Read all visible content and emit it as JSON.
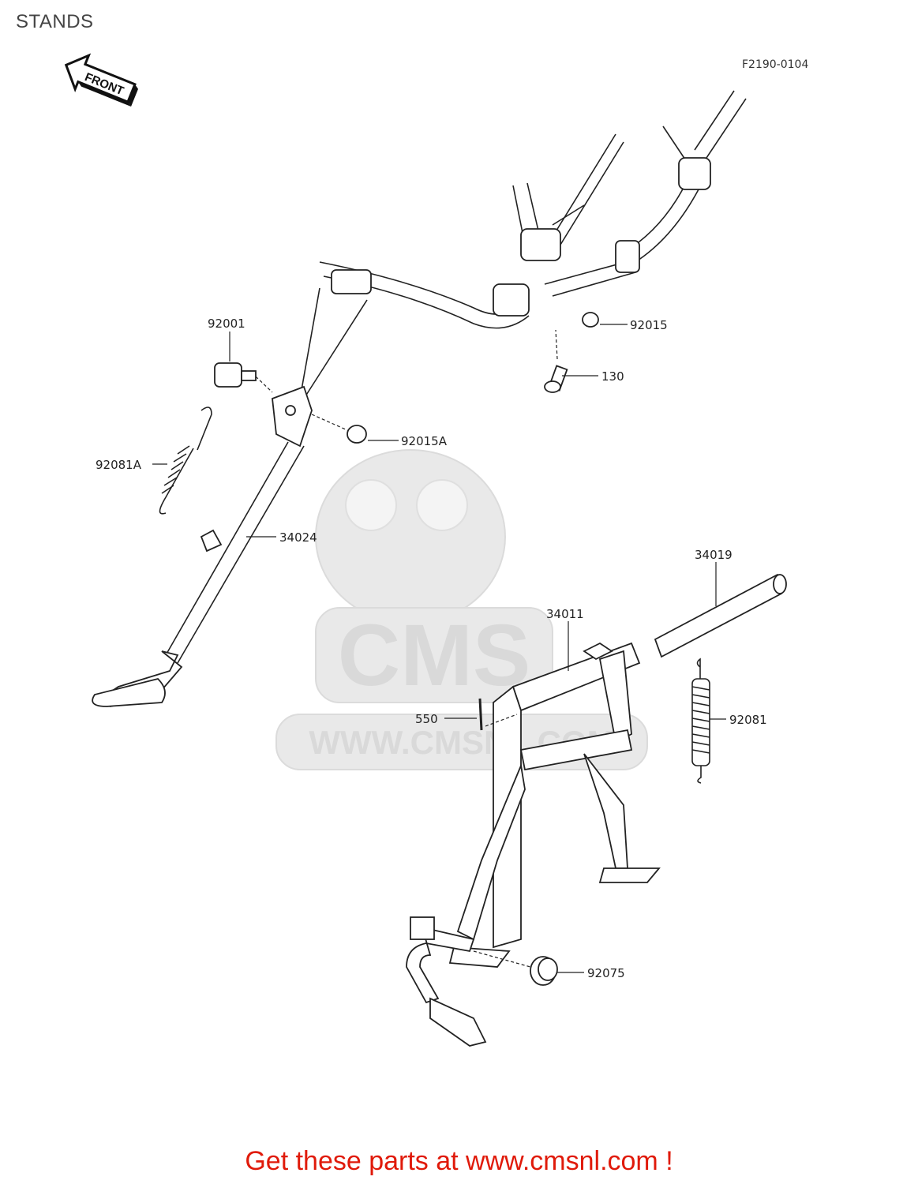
{
  "header": {
    "title": "STANDS",
    "front_badge": "FRONT",
    "diagram_code": "F2190-0104"
  },
  "watermark": {
    "logo_text": "CMS",
    "url_text": "WWW.CMSNL.COM"
  },
  "callouts": [
    {
      "id": "92001",
      "label": "92001"
    },
    {
      "id": "92081A",
      "label": "92081A"
    },
    {
      "id": "92015",
      "label": "92015"
    },
    {
      "id": "130",
      "label": "130"
    },
    {
      "id": "92015A",
      "label": "92015A"
    },
    {
      "id": "34024",
      "label": "34024"
    },
    {
      "id": "34019",
      "label": "34019"
    },
    {
      "id": "34011",
      "label": "34011"
    },
    {
      "id": "550",
      "label": "550"
    },
    {
      "id": "92081",
      "label": "92081"
    },
    {
      "id": "92075",
      "label": "92075"
    }
  ],
  "footer": {
    "cta": "Get these parts at www.cmsnl.com !"
  }
}
